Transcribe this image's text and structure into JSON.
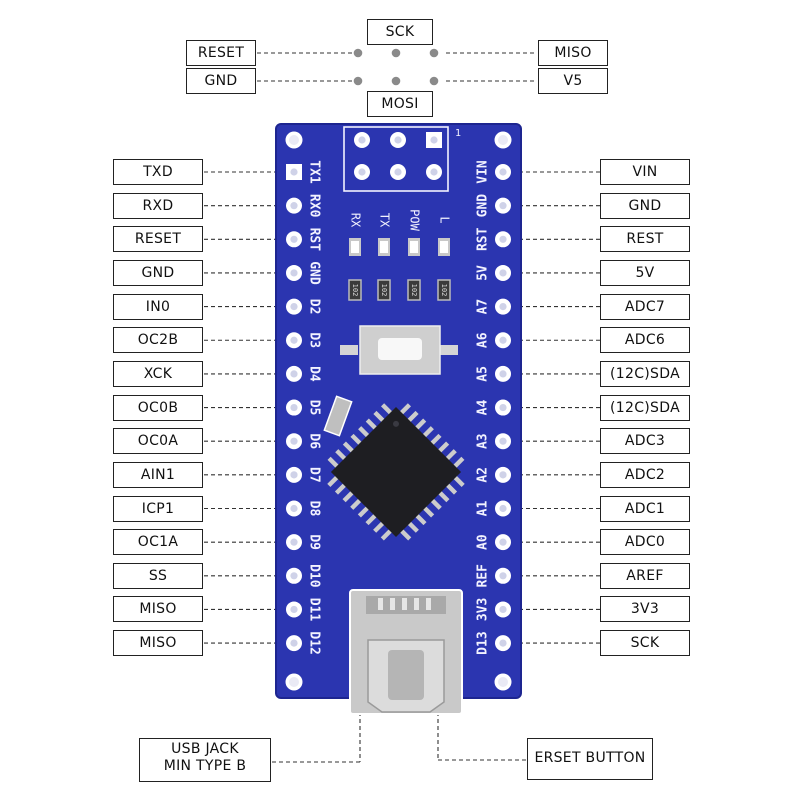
{
  "diagram": {
    "icsp": {
      "top": "SCK",
      "bottom": "MOSI",
      "left": [
        "RESET",
        "GND"
      ],
      "right": [
        "MISO",
        "V5"
      ]
    },
    "left_pins": [
      {
        "label": "TXD",
        "silk": "TX1"
      },
      {
        "label": "RXD",
        "silk": "RX0"
      },
      {
        "label": "RESET",
        "silk": "RST"
      },
      {
        "label": "GND",
        "silk": "GND"
      },
      {
        "label": "IN0",
        "silk": "D2"
      },
      {
        "label": "OC2B",
        "silk": "D3"
      },
      {
        "label": "XCK",
        "silk": "D4"
      },
      {
        "label": "OC0B",
        "silk": "D5"
      },
      {
        "label": "OC0A",
        "silk": "D6"
      },
      {
        "label": "AIN1",
        "silk": "D7"
      },
      {
        "label": "ICP1",
        "silk": "D8"
      },
      {
        "label": "OC1A",
        "silk": "D9"
      },
      {
        "label": "SS",
        "silk": "D10"
      },
      {
        "label": "MISO",
        "silk": "D11"
      },
      {
        "label": "MISO",
        "silk": "D12"
      }
    ],
    "right_pins": [
      {
        "label": "VIN",
        "silk": "VIN"
      },
      {
        "label": "GND",
        "silk": "GND"
      },
      {
        "label": "REST",
        "silk": "RST"
      },
      {
        "label": "5V",
        "silk": "5V"
      },
      {
        "label": "ADC7",
        "silk": "A7"
      },
      {
        "label": "ADC6",
        "silk": "A6"
      },
      {
        "label": "(12C)SDA",
        "silk": "A5"
      },
      {
        "label": "(12C)SDA",
        "silk": "A4"
      },
      {
        "label": "ADC3",
        "silk": "A3"
      },
      {
        "label": "ADC2",
        "silk": "A2"
      },
      {
        "label": "ADC1",
        "silk": "A1"
      },
      {
        "label": "ADC0",
        "silk": "A0"
      },
      {
        "label": "AREF",
        "silk": "REF"
      },
      {
        "label": "3V3",
        "silk": "3V3"
      },
      {
        "label": "SCK",
        "silk": "D13"
      }
    ],
    "led_labels": [
      "RX",
      "TX",
      "POW",
      "L"
    ],
    "resistor_marking": "102",
    "header_marking": "1",
    "bottom": {
      "usb": [
        "USB JACK",
        "MIN TYPE B"
      ],
      "button": "ERSET BUTTON"
    },
    "colors": {
      "board": "#2b35b0",
      "board_dark": "#1d2590",
      "silkscreen": "#f2f2ff",
      "pad": "#ffffff",
      "chip": "#1e1e22",
      "led": "#ffffff",
      "line": "#333333"
    }
  }
}
